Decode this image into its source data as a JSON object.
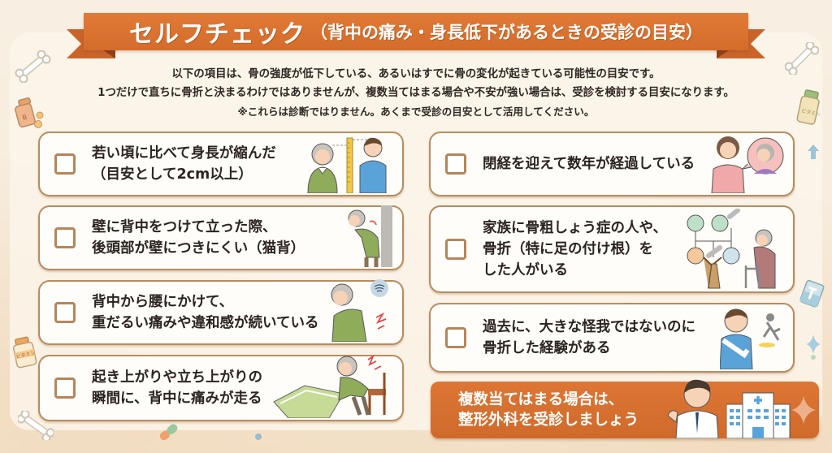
{
  "header": {
    "title": "セルフチェック",
    "subtitle": "（背中の痛み・身長低下があるときの受診の目安）"
  },
  "intro": {
    "line1": "以下の項目は、骨の強度が低下している、あるいはすでに骨の変化が起きている可能性の目安です。",
    "line2": "1つだけで直ちに骨折と決まるわけではありませんが、複数当てはまる場合や不安が強い場合は、受診を検討する目安になります。",
    "note": "※これらは診断ではりません。あくまで受診の目安として活用してください。"
  },
  "checklist": {
    "left": [
      {
        "lines": [
          "若い頃に比べて身長が縮んだ",
          "（目安として2cm以上）"
        ],
        "checked": false,
        "illustration": "height-comparison-icon"
      },
      {
        "lines": [
          "壁に背中をつけて立った際、",
          "後頭部が壁につきにくい（猫背）"
        ],
        "checked": false,
        "illustration": "hunched-back-wall-icon"
      },
      {
        "lines": [
          "背中から腰にかけて、",
          "重だるい痛みや違和感が続いている"
        ],
        "checked": false,
        "illustration": "back-pain-icon"
      },
      {
        "lines": [
          "起き上がりや立ち上がりの",
          "瞬間に、背中に痛みが走る"
        ],
        "checked": false,
        "illustration": "standing-up-pain-icon"
      }
    ],
    "right": [
      {
        "lines": [
          "閉経を迎えて数年が経過している"
        ],
        "checked": false,
        "illustration": "menopause-women-icon"
      },
      {
        "lines": [
          "家族に骨粗しょう症の人や、",
          "骨折（特に足の付け根）を",
          "した人がいる"
        ],
        "checked": false,
        "illustration": "family-tree-icon"
      },
      {
        "lines": [
          "過去に、大きな怪我ではないのに",
          "骨折した経験がある"
        ],
        "checked": false,
        "illustration": "arm-sling-fall-icon"
      }
    ]
  },
  "cta": {
    "line1": "複数当てはまる場合は、",
    "line2": "整形外科を受診しましょう",
    "icons": [
      "doctor-icon",
      "hospital-icon"
    ]
  },
  "colors": {
    "accent": "#d46c2b",
    "card_border": "#b88c5e",
    "background": "#f6ead8",
    "text": "#2b2420"
  }
}
